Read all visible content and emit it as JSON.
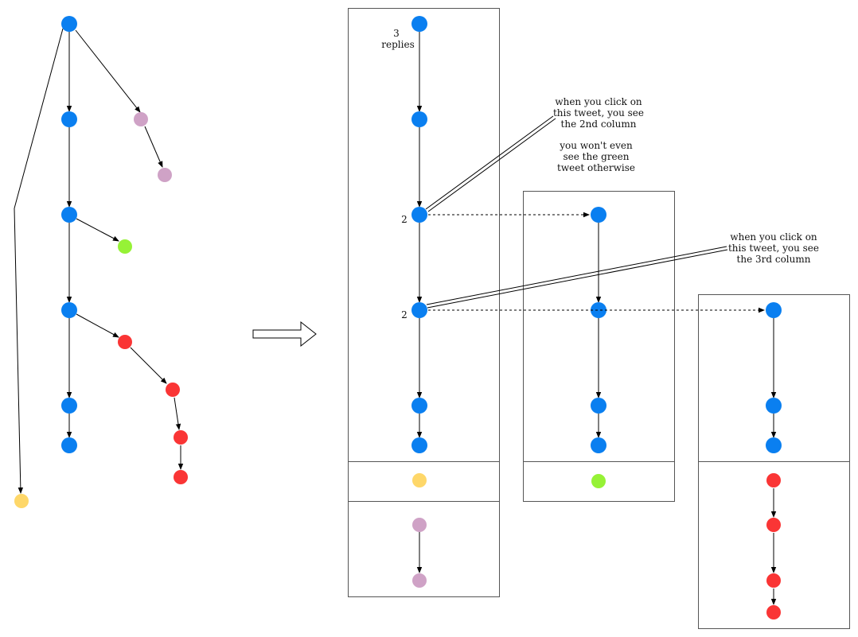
{
  "colors": {
    "blue": "#0a7ff0",
    "pink": "#cfa2c6",
    "green": "#96f236",
    "yellow": "#fed769",
    "red": "#fa3535",
    "line": "#000000",
    "box": "#555555"
  },
  "left_tree": {
    "nodes": [
      {
        "id": "t0",
        "color": "blue"
      },
      {
        "id": "t1",
        "color": "blue"
      },
      {
        "id": "t2",
        "color": "blue"
      },
      {
        "id": "t3",
        "color": "blue"
      },
      {
        "id": "t4",
        "color": "blue"
      },
      {
        "id": "t5",
        "color": "blue"
      },
      {
        "id": "p1",
        "color": "pink"
      },
      {
        "id": "p2",
        "color": "pink"
      },
      {
        "id": "g1",
        "color": "green"
      },
      {
        "id": "r1",
        "color": "red"
      },
      {
        "id": "r2",
        "color": "red"
      },
      {
        "id": "r3",
        "color": "red"
      },
      {
        "id": "r4",
        "color": "red"
      },
      {
        "id": "y1",
        "color": "yellow"
      }
    ]
  },
  "columns": [
    {
      "id": "col1",
      "reply_count_top": "3",
      "reply_word": "replies",
      "reply_counts": [
        "2",
        "2"
      ]
    },
    {
      "id": "col2"
    },
    {
      "id": "col3"
    }
  ],
  "annotations": {
    "note1": [
      "when you click on",
      "this tweet, you see",
      "the 2nd column"
    ],
    "note2": [
      "you won't even",
      "see the green",
      "tweet otherwise"
    ],
    "note3": [
      "when you click on",
      "this tweet, you see",
      "the 3rd column"
    ]
  }
}
